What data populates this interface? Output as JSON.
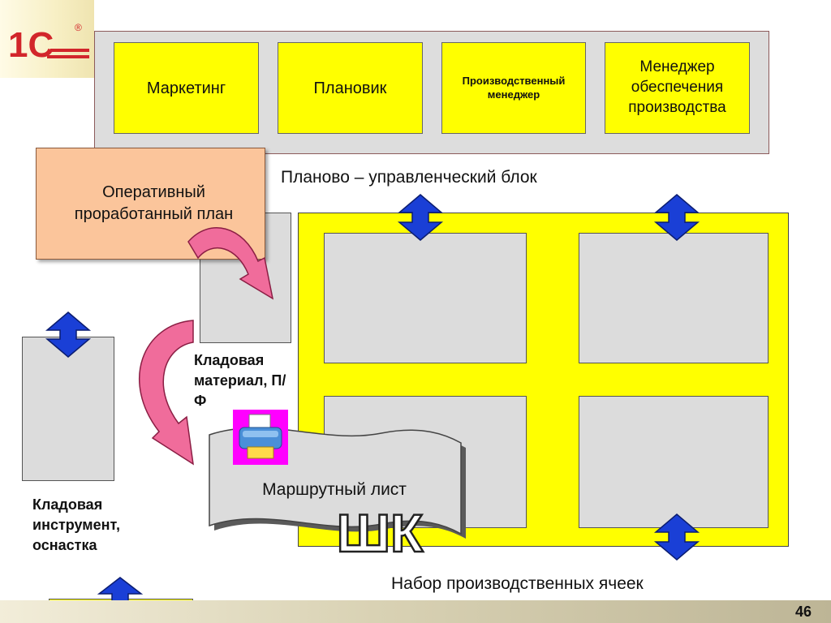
{
  "logo": {
    "text": "1C",
    "mark": "®"
  },
  "planning_block": {
    "roles": [
      {
        "label": "Маркетинг"
      },
      {
        "label": "Плановик"
      },
      {
        "label": "Производственный менеджер"
      },
      {
        "label": "Менеджер обеспечения производства"
      }
    ],
    "caption": "Планово – управленческий блок"
  },
  "plan": {
    "label": "Оперативный проработанный план"
  },
  "warehouse_material": {
    "label": "Кладовая материал, П/Ф"
  },
  "warehouse_tools": {
    "label": "Кладовая инструмент, оснастка"
  },
  "route_sheet": {
    "label": "Маршрутный лист",
    "barcode_label": "ШК",
    "icon": "printer-icon"
  },
  "cells": {
    "caption": "Набор производственных ячеек"
  },
  "colors": {
    "role_fill": "#ffff00",
    "panel": "#dddddd",
    "plan_fill": "#fbc59b",
    "arrow": "#1a3fd6",
    "curve_arrow": "#f06c9b"
  },
  "footer": {
    "page_number": "46"
  }
}
